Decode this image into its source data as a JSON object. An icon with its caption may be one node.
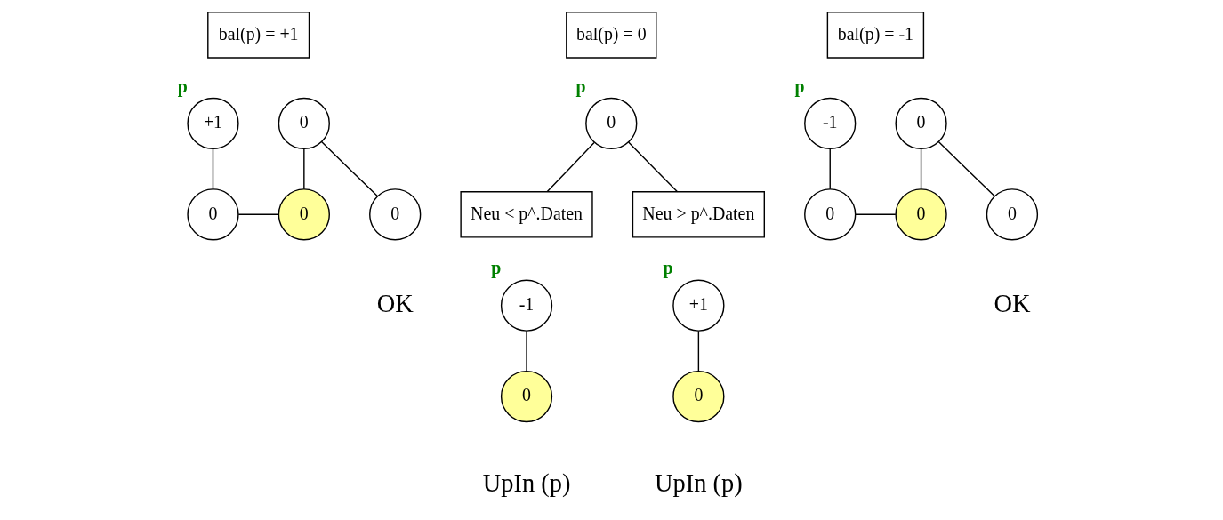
{
  "diagram": {
    "nodes": [
      {
        "text": [
          "bal(p) = +1"
        ]
      },
      {
        "text": [
          "bal(p) = 0"
        ]
      },
      {
        "text": [
          "bal(p) = -1"
        ]
      },
      {
        "text": [
          "+1"
        ],
        "beside": [
          "p"
        ]
      },
      {
        "text": [
          "0"
        ]
      },
      {
        "text": [
          "0"
        ]
      },
      {
        "text": [
          "0"
        ]
      },
      {
        "text": [
          "0"
        ]
      },
      {
        "text": [
          "0"
        ],
        "beside": [
          "p"
        ]
      },
      {
        "text": [
          "-1"
        ],
        "beside": [
          "p"
        ]
      },
      {
        "text": [
          "0"
        ]
      },
      {
        "text": [
          "0"
        ]
      },
      {
        "text": [
          "0"
        ]
      },
      {
        "text": [
          "0"
        ]
      },
      {
        "text": [
          "Neu < p^.Daten"
        ]
      },
      {
        "text": [
          "Neu > p^.Daten"
        ]
      },
      {
        "text": [
          "-1"
        ],
        "beside": [
          "p"
        ]
      },
      {
        "text": [
          "0"
        ]
      },
      {
        "text": [
          "+1"
        ],
        "beside": [
          "p"
        ]
      },
      {
        "text": [
          "0"
        ]
      }
    ],
    "edges": [
      {
        "from": 3,
        "to": 4,
        "arrow": "none"
      },
      {
        "from": 4,
        "to": 6,
        "arrow": "none"
      },
      {
        "from": 5,
        "to": 6,
        "arrow": "none"
      },
      {
        "from": 5,
        "to": 7,
        "arrow": "none"
      },
      {
        "from": 8,
        "to": 14,
        "arrow": "none"
      },
      {
        "from": 8,
        "to": 15,
        "arrow": "none"
      },
      {
        "from": 9,
        "to": 10,
        "arrow": "none"
      },
      {
        "from": 10,
        "to": 12,
        "arrow": "none"
      },
      {
        "from": 11,
        "to": 12,
        "arrow": "none"
      },
      {
        "from": 11,
        "to": 13,
        "arrow": "none"
      },
      {
        "from": 16,
        "to": 17,
        "arrow": "none"
      },
      {
        "from": 18,
        "to": 19,
        "arrow": "none"
      }
    ],
    "labels": [
      "OK",
      "OK",
      "UpIn (p)",
      "UpIn (p)"
    ]
  }
}
